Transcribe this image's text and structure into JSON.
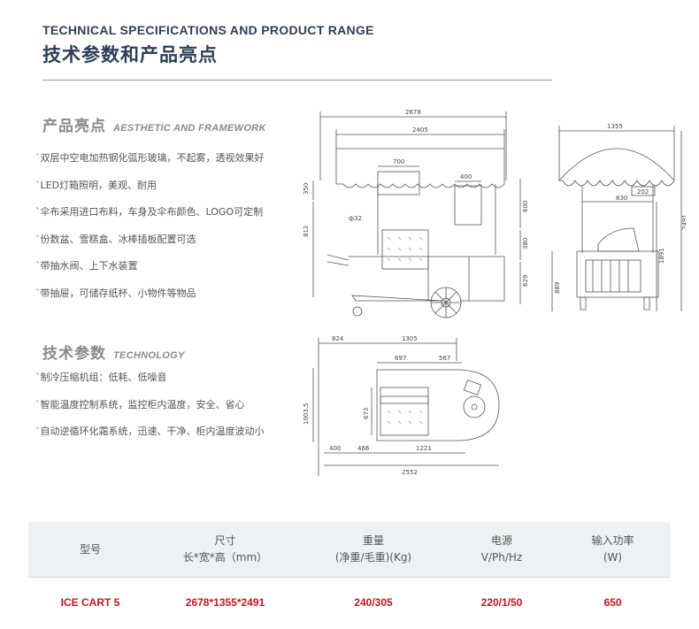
{
  "header": {
    "title_en": "TECHNICAL SPECIFICATIONS AND PRODUCT RANGE",
    "title_cn": "技术参数和产品亮点"
  },
  "highlights": {
    "title_cn": "产品亮点",
    "title_en": "AESTHETIC AND FRAMEWORK",
    "items": [
      "`双层中空电加热钢化弧形玻璃，不起雾，透视效果好",
      "`LED灯箱照明，美观、耐用",
      "`伞布采用进口布料，车身及伞布颜色、LOGO可定制",
      "`份数盆、雪糕盒、冰棒插板配置可选",
      "`带抽水阀、上下水装置",
      "`带抽屉，可储存纸杯、小物件等物品"
    ]
  },
  "technology": {
    "title_cn": "技术参数",
    "title_en": "TECHNOLOGY",
    "items": [
      "`制冷压缩机组：低耗、低噪音",
      "`智能温度控制系统，监控柜内温度，安全、省心",
      "`自动逆循环化霜系统，迅速、干净、柜内温度波动小"
    ]
  },
  "drawing": {
    "front_view": {
      "dims": [
        "2678",
        "2405",
        "700",
        "400",
        "350",
        "600",
        "812",
        "ф32",
        "380",
        "629"
      ]
    },
    "side_view": {
      "dims": [
        "1355",
        "202",
        "830",
        "2491",
        "1891",
        "889"
      ]
    },
    "top_view": {
      "dims": [
        "824",
        "1305",
        "697",
        "567",
        "1003.5",
        "673",
        "400",
        "466",
        "1221",
        "2552"
      ]
    }
  },
  "spec_table": {
    "headers": [
      {
        "line1": "型号",
        "line2": ""
      },
      {
        "line1": "尺寸",
        "line2": "长*宽*高（mm）"
      },
      {
        "line1": "重量",
        "line2": "(净重/毛重)(Kg)"
      },
      {
        "line1": "电源",
        "line2": "V/Ph/Hz"
      },
      {
        "line1": "输入功率",
        "line2": "(W)"
      }
    ],
    "rows": [
      {
        "model": "ICE CART 5",
        "size": "2678*1355*2491",
        "weight": "240/305",
        "power_supply": "220/1/50",
        "input_power": "650"
      }
    ],
    "accent_color": "#c8151b",
    "header_bg": "#eef0f3"
  },
  "colors": {
    "title": "#2e3e58",
    "section_head": "#8a8a8a",
    "body_text": "#555555"
  }
}
